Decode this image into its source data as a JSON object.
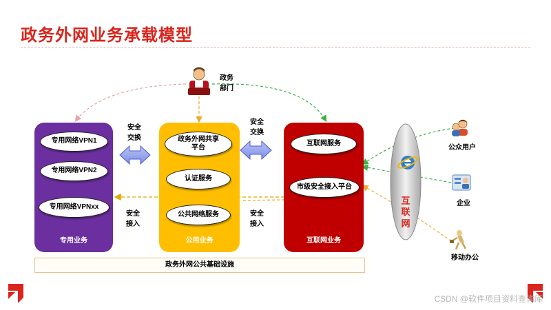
{
  "title": "政务外网业务承载模型",
  "actors": {
    "gov_dept": {
      "line1": "政务",
      "line2": "部门"
    },
    "public_user": "公众用户",
    "enterprise": "企业",
    "mobile_office": "移动办公"
  },
  "panels": {
    "private": {
      "label": "专用业务",
      "items": [
        "专用网络VPN1",
        "专用网络VPN2",
        "专用网络VPNxx"
      ],
      "color": "#6b2fa0"
    },
    "public": {
      "label": "公用业务",
      "items": [
        {
          "line1": "政务外网共享",
          "line2": "平台"
        },
        "认证服务",
        "公共网络服务"
      ],
      "color": "#ffbf00"
    },
    "internet": {
      "label": "互联网业务",
      "items": [
        "互联网服务",
        "市级安全接入平台"
      ],
      "color": "#c00000"
    }
  },
  "exchange_labels": {
    "left_top": {
      "line1": "安全",
      "line2": "交换"
    },
    "right_top": {
      "line1": "安全",
      "line2": "交换"
    },
    "left_bottom": {
      "line1": "安全",
      "line2": "接入"
    },
    "right_bottom": {
      "line1": "安全",
      "line2": "接入"
    }
  },
  "internet_cloud": {
    "c1": "互",
    "c2": "联",
    "c3": "网"
  },
  "infrastructure": "政务外网公共基础设施",
  "watermark": "CSDN @软件项目资料查询库",
  "icons": [
    "person-icon",
    "ie-browser-icon",
    "users-icon",
    "enterprise-icon",
    "mobile-worker-icon",
    "corner-logo-icon"
  ]
}
